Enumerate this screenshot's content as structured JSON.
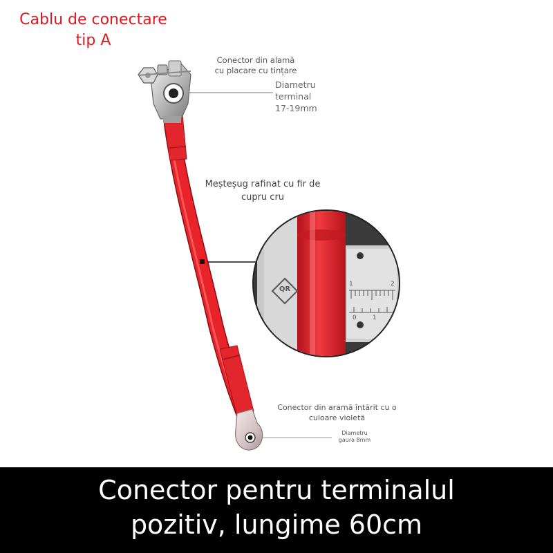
{
  "title": [
    "Cablu de conectare",
    "tip A"
  ],
  "labels": {
    "brass_connector": [
      "Conector din alamă",
      "cu placare cu tințare"
    ],
    "terminal_diameter": [
      "Diametru",
      "terminal",
      "17-19mm"
    ],
    "craftsmanship": [
      "Meșteșug rafinat cu fir de",
      "cupru cru"
    ],
    "copper_connector": [
      "Conector din aramă întărit cu o",
      "culoare violetă"
    ],
    "hole_diameter": [
      "Diametru",
      "gaura 8mm"
    ]
  },
  "magnifier": {
    "logo_text": "QR",
    "ruler_numbers": [
      "1",
      "2",
      "0",
      "1"
    ]
  },
  "footer": [
    "Conector pentru terminalul",
    "pozitiv, lungime 60cm"
  ],
  "colors": {
    "title": "#e0191f",
    "cable": "#e8232a",
    "footer_bg": "#000000",
    "footer_text": "#ffffff"
  },
  "icons": [
    "battery-clamp-terminal",
    "ring-lug-terminal",
    "magnifier-closeup"
  ]
}
